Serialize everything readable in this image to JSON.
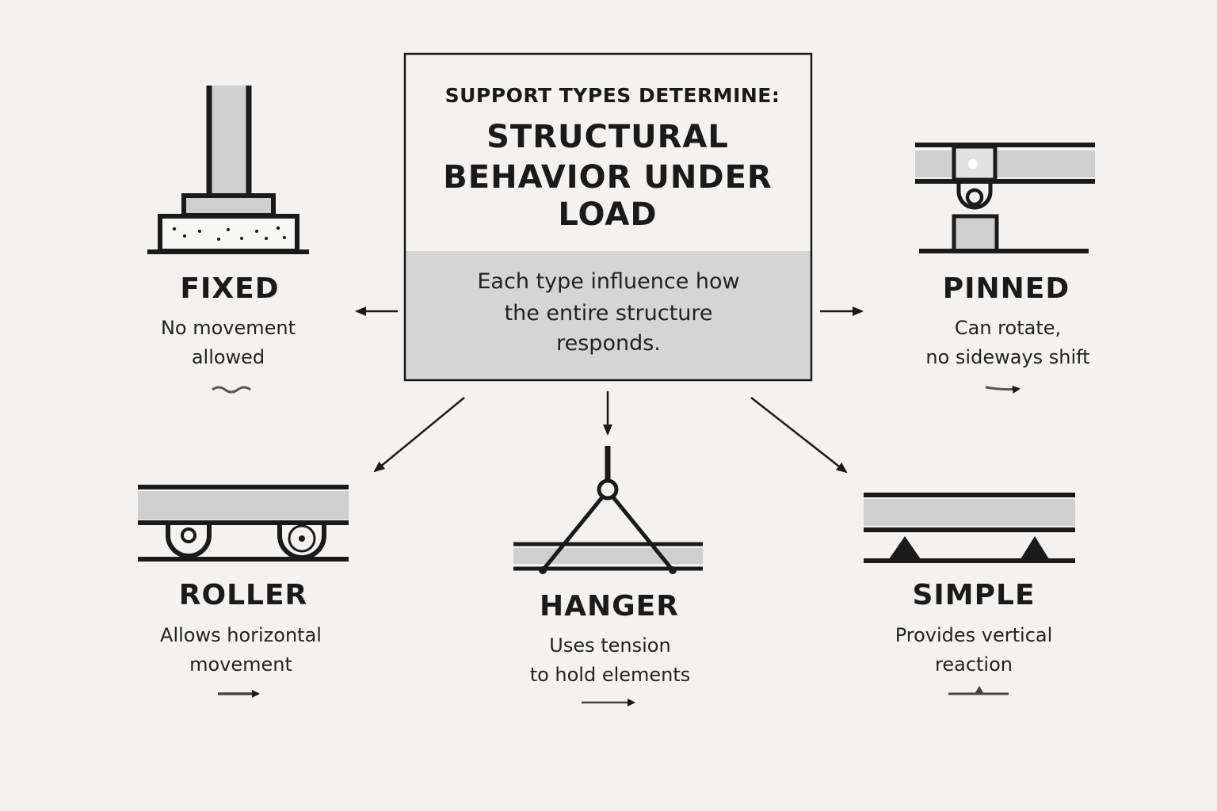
{
  "center": {
    "kicker": "SUPPORT TYPES DETERMINE:",
    "title_lines": [
      "STRUCTURAL",
      "BEHAVIOR UNDER",
      "LOAD"
    ],
    "body_lines": [
      "Each type influence how",
      "the entire structure",
      "responds."
    ]
  },
  "supports": [
    {
      "label": "FIXED",
      "desc_lines": [
        "No movement",
        "allowed"
      ],
      "icon": "fixed-support-icon"
    },
    {
      "label": "PINNED",
      "desc_lines": [
        "Can rotate,",
        "no sideways shift"
      ],
      "icon": "pinned-support-icon"
    },
    {
      "label": "ROLLER",
      "desc_lines": [
        "Allows horizontal",
        "movement"
      ],
      "icon": "roller-support-icon"
    },
    {
      "label": "HANGER",
      "desc_lines": [
        "Uses tension",
        "to hold elements"
      ],
      "icon": "hanger-support-icon"
    },
    {
      "label": "SIMPLE",
      "desc_lines": [
        "Provides vertical",
        "reaction"
      ],
      "icon": "simple-support-icon"
    }
  ],
  "colors": {
    "background": "#f3f2f0",
    "ink": "#1a1a1a",
    "fill": "#cfcfcf"
  }
}
